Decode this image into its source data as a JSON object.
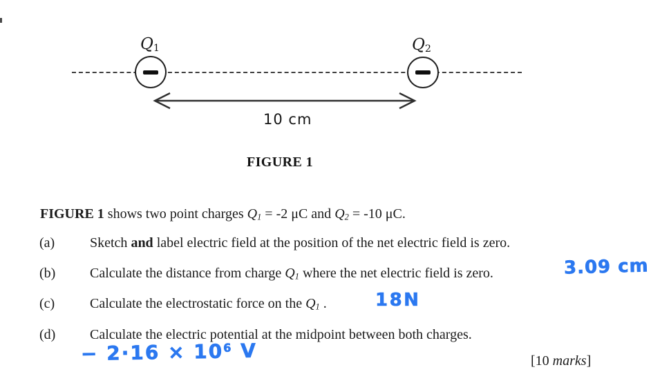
{
  "figure": {
    "q1_label_segments": [
      {
        "text": "Q",
        "italic": true
      },
      {
        "text": "1",
        "sub": true
      }
    ],
    "q2_label_segments": [
      {
        "text": "Q",
        "italic": true
      },
      {
        "text": "2",
        "sub": true
      }
    ],
    "charge1_sign": "minus",
    "charge2_sign": "minus",
    "distance_label": "10 cm",
    "caption": "FIGURE 1"
  },
  "intro_segments": [
    {
      "text": "FIGURE 1",
      "bold": true
    },
    {
      "text": " shows two point charges "
    },
    {
      "text": "Q",
      "italic": true
    },
    {
      "text": "1",
      "italic": true,
      "sub": true
    },
    {
      "text": " = -2 μC and "
    },
    {
      "text": "Q",
      "italic": true
    },
    {
      "text": "2",
      "italic": true,
      "sub": true
    },
    {
      "text": " = -10 μC."
    }
  ],
  "questions": [
    {
      "label": "(a)",
      "segments": [
        {
          "text": "Sketch "
        },
        {
          "text": "and",
          "bold": true
        },
        {
          "text": " label electric field at the position of the net electric field is zero."
        }
      ]
    },
    {
      "label": "(b)",
      "segments": [
        {
          "text": "Calculate the distance from charge "
        },
        {
          "text": "Q",
          "italic": true
        },
        {
          "text": "1",
          "italic": true,
          "sub": true
        },
        {
          "text": " where the net electric field is zero."
        }
      ],
      "handwritten_answer": "3.09 cm"
    },
    {
      "label": "(c)",
      "segments": [
        {
          "text": "Calculate the electrostatic force on the "
        },
        {
          "text": "Q",
          "italic": true
        },
        {
          "text": "1",
          "italic": true,
          "sub": true
        },
        {
          "text": " ."
        }
      ],
      "handwritten_answer": "18N"
    },
    {
      "label": "(d)",
      "segments": [
        {
          "text": "Calculate the electric potential at the midpoint between both charges."
        }
      ],
      "handwritten_answer_segments": [
        {
          "text": "− 2·16 × 10"
        },
        {
          "text": "6",
          "sup": true
        },
        {
          "text": " V"
        }
      ]
    }
  ],
  "marks_segments": [
    {
      "text": "[10 "
    },
    {
      "text": "marks",
      "italic": true
    },
    {
      "text": "]"
    }
  ],
  "colors": {
    "handwriting_blue": "#2b78f0",
    "ink": "#1a1a1a",
    "figure_stroke": "#2f2f2f"
  }
}
